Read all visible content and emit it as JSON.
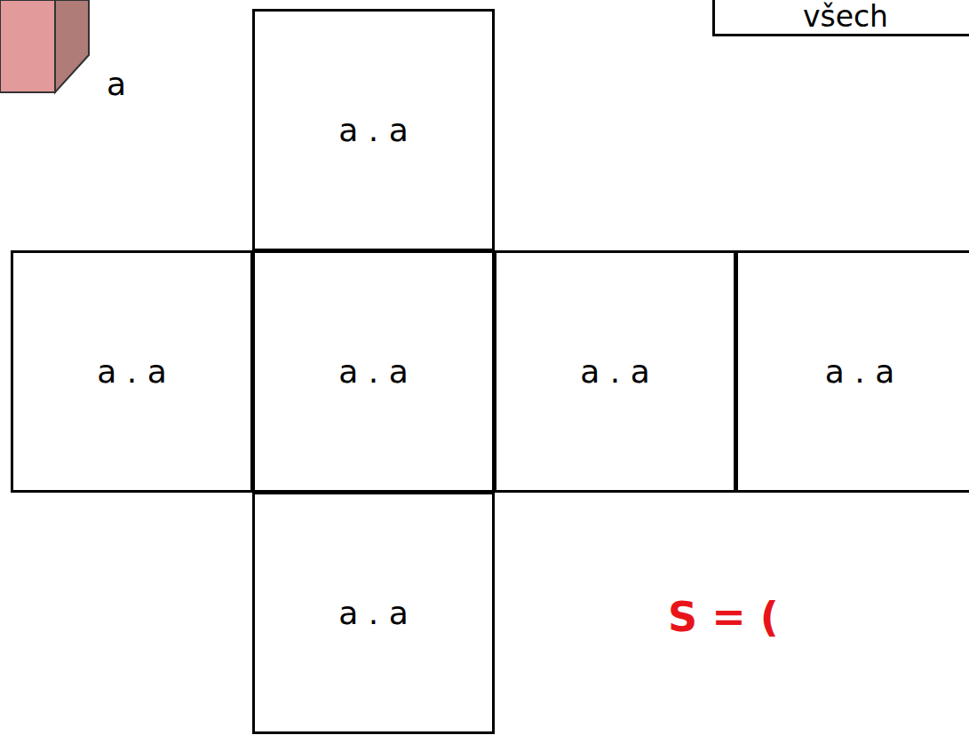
{
  "diagram": {
    "nodes": [
      {
        "text": [
          "všech"
        ]
      },
      {
        "text": [
          "a . a"
        ]
      },
      {
        "text": [
          "a . a"
        ]
      },
      {
        "text": [
          "a . a"
        ]
      },
      {
        "text": [
          "a . a"
        ]
      },
      {
        "text": [
          "a . a"
        ]
      },
      {
        "text": [
          "a . a"
        ]
      }
    ],
    "labels": [
      "a",
      "S = ("
    ]
  }
}
